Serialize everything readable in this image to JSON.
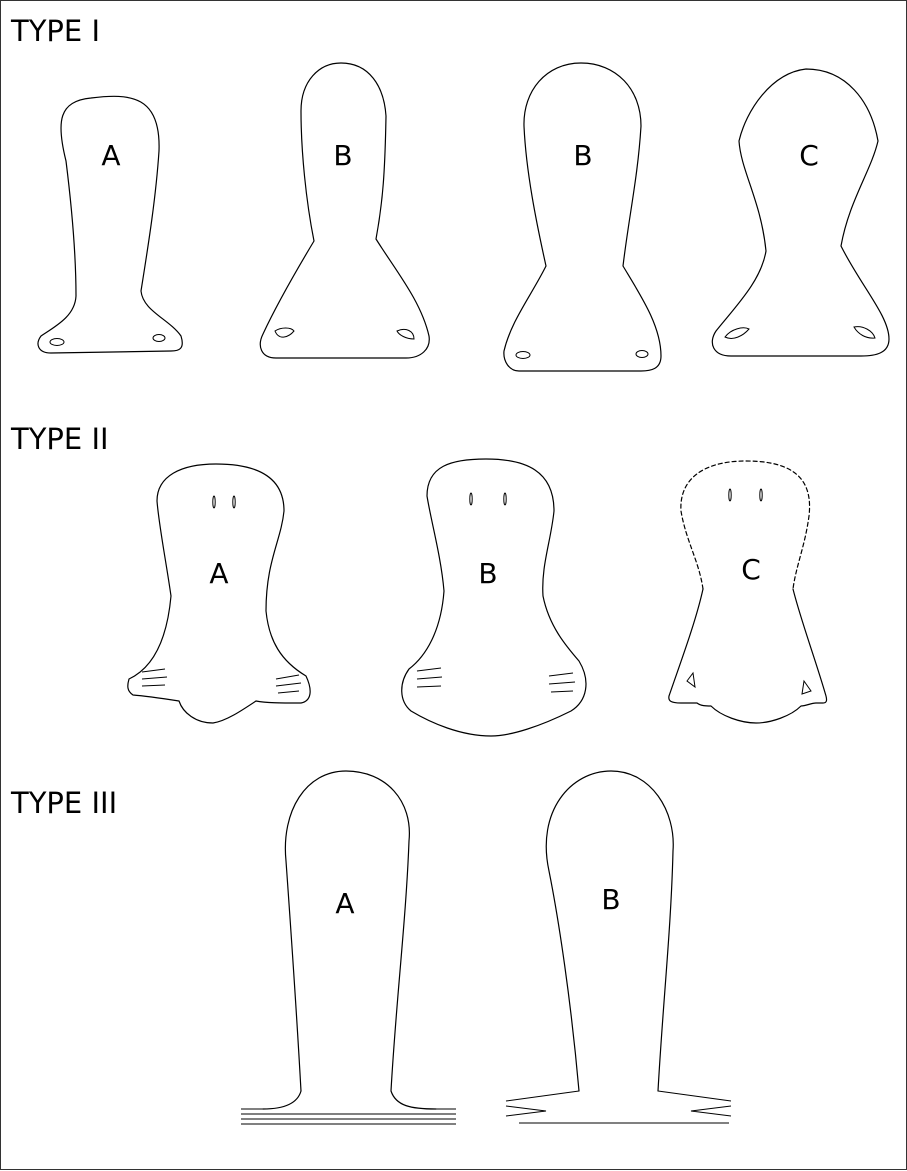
{
  "sections": [
    {
      "title": "TYPE I",
      "labels": [
        "A",
        "B",
        "B",
        "C"
      ]
    },
    {
      "title": "TYPE II",
      "labels": [
        "A",
        "B",
        "C"
      ]
    },
    {
      "title": "TYPE III",
      "labels": [
        "A",
        "B"
      ]
    }
  ]
}
